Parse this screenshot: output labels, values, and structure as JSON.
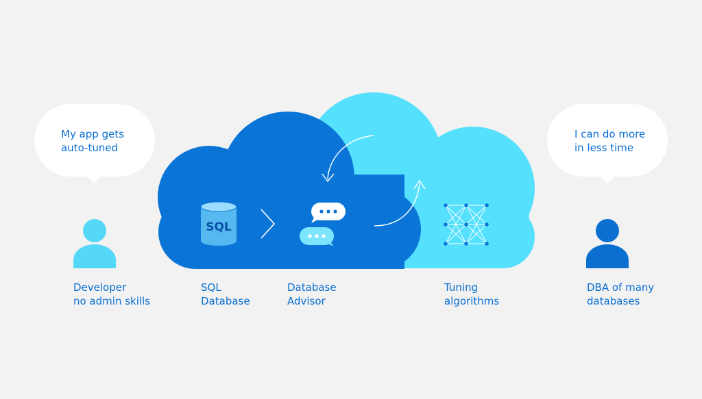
{
  "bubbles": {
    "left": {
      "line1": "My app gets",
      "line2": "auto-tuned"
    },
    "right": {
      "line1": "I can do more",
      "line2": "in less time"
    }
  },
  "icons": {
    "database": {
      "name": "database-icon",
      "text": "SQL",
      "color": "#55b9f0"
    },
    "chat": {
      "name": "chat-bubbles-icon"
    },
    "network": {
      "name": "neural-network-icon"
    },
    "developer": {
      "name": "developer-user-icon",
      "color": "#55d8f8"
    },
    "dba": {
      "name": "dba-user-icon",
      "color": "#0a6fd1"
    }
  },
  "labels": {
    "developer": {
      "line1": "Developer",
      "line2": "no admin skills"
    },
    "sql": {
      "line1": "SQL",
      "line2": "Database"
    },
    "advisor": {
      "line1": "Database",
      "line2": "Advisor"
    },
    "tuning": {
      "line1": "Tuning",
      "line2": "algorithms"
    },
    "dba": {
      "line1": "DBA of many",
      "line2": "databases"
    }
  },
  "colors": {
    "dark_cloud": "#0a75d6",
    "light_cloud": "#55e0fd",
    "text": "#0a6fd1",
    "background": "#f2f2f2"
  }
}
